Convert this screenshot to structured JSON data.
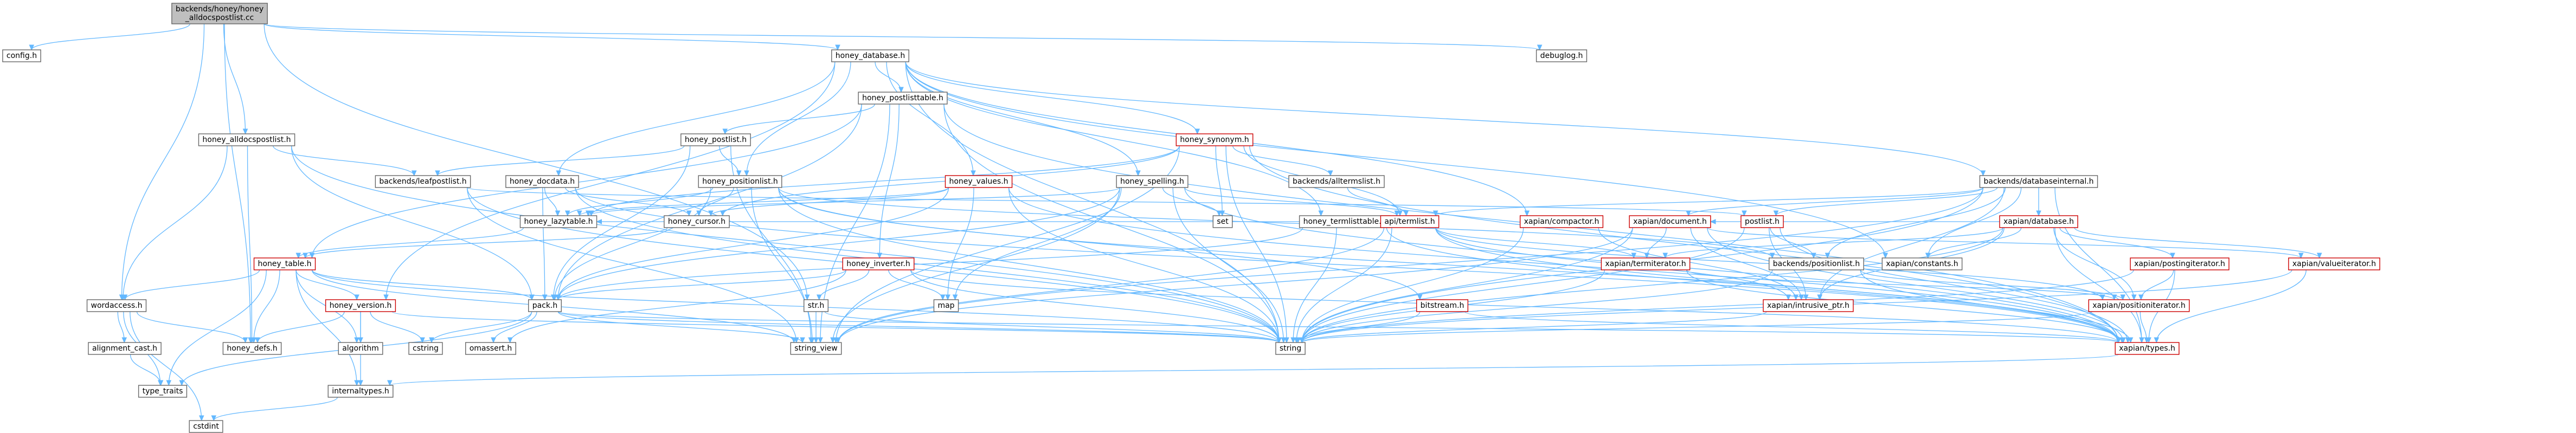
{
  "diagram": {
    "type": "include-dependency-graph",
    "nodes": [
      {
        "id": "root",
        "lines": [
          "backends/honey/honey",
          "_alldocspostlist.cc"
        ],
        "style": "root"
      },
      {
        "id": "config",
        "lines": [
          "config.h"
        ]
      },
      {
        "id": "debuglog",
        "lines": [
          "debuglog.h"
        ]
      },
      {
        "id": "honey_database",
        "lines": [
          "honey_database.h"
        ]
      },
      {
        "id": "honey_alldocspostlist",
        "lines": [
          "honey_alldocspostlist.h"
        ]
      },
      {
        "id": "honey_postlisttable",
        "lines": [
          "honey_postlisttable.h"
        ]
      },
      {
        "id": "honey_synonym",
        "lines": [
          "honey_synonym.h"
        ],
        "style": "red"
      },
      {
        "id": "backends_databaseinternal",
        "lines": [
          "backends/databaseinternal.h"
        ]
      },
      {
        "id": "honey_postlist",
        "lines": [
          "honey_postlist.h"
        ]
      },
      {
        "id": "backends_leafpostlist",
        "lines": [
          "backends/leafpostlist.h"
        ]
      },
      {
        "id": "honey_docdata",
        "lines": [
          "honey_docdata.h"
        ]
      },
      {
        "id": "honey_positionlist",
        "lines": [
          "honey_positionlist.h"
        ]
      },
      {
        "id": "honey_values",
        "lines": [
          "honey_values.h"
        ],
        "style": "red"
      },
      {
        "id": "honey_spelling",
        "lines": [
          "honey_spelling.h"
        ]
      },
      {
        "id": "backends_alltermslist",
        "lines": [
          "backends/alltermslist.h"
        ]
      },
      {
        "id": "honey_lazytable",
        "lines": [
          "honey_lazytable.h"
        ]
      },
      {
        "id": "honey_cursor",
        "lines": [
          "honey_cursor.h"
        ]
      },
      {
        "id": "set",
        "lines": [
          "set"
        ]
      },
      {
        "id": "honey_termlisttable",
        "lines": [
          "honey_termlisttable.h"
        ]
      },
      {
        "id": "api_termlist",
        "lines": [
          "api/termlist.h"
        ],
        "style": "red"
      },
      {
        "id": "xapian_compactor",
        "lines": [
          "xapian/compactor.h"
        ],
        "style": "red"
      },
      {
        "id": "xapian_document",
        "lines": [
          "xapian/document.h"
        ],
        "style": "red"
      },
      {
        "id": "postlist",
        "lines": [
          "postlist.h"
        ],
        "style": "red"
      },
      {
        "id": "xapian_database",
        "lines": [
          "xapian/database.h"
        ],
        "style": "red"
      },
      {
        "id": "honey_table",
        "lines": [
          "honey_table.h"
        ],
        "style": "red"
      },
      {
        "id": "honey_inverter",
        "lines": [
          "honey_inverter.h"
        ],
        "style": "red"
      },
      {
        "id": "backends_positionlist",
        "lines": [
          "backends/positionlist.h"
        ]
      },
      {
        "id": "xapian_constants",
        "lines": [
          "xapian/constants.h"
        ]
      },
      {
        "id": "xapian_termiterator",
        "lines": [
          "xapian/termiterator.h"
        ],
        "style": "red"
      },
      {
        "id": "xapian_postingiterator",
        "lines": [
          "xapian/postingiterator.h"
        ],
        "style": "red"
      },
      {
        "id": "xapian_valueiterator",
        "lines": [
          "xapian/valueiterator.h"
        ],
        "style": "red"
      },
      {
        "id": "wordaccess",
        "lines": [
          "wordaccess.h"
        ]
      },
      {
        "id": "honey_version",
        "lines": [
          "honey_version.h"
        ],
        "style": "red"
      },
      {
        "id": "pack",
        "lines": [
          "pack.h"
        ]
      },
      {
        "id": "str",
        "lines": [
          "str.h"
        ]
      },
      {
        "id": "map",
        "lines": [
          "map"
        ]
      },
      {
        "id": "bitstream",
        "lines": [
          "bitstream.h"
        ],
        "style": "red"
      },
      {
        "id": "xapian_intrusive_ptr",
        "lines": [
          "xapian/intrusive_ptr.h"
        ],
        "style": "red"
      },
      {
        "id": "xapian_positioniterator",
        "lines": [
          "xapian/positioniterator.h"
        ],
        "style": "red"
      },
      {
        "id": "alignment_cast",
        "lines": [
          "alignment_cast.h"
        ]
      },
      {
        "id": "honey_defs",
        "lines": [
          "honey_defs.h"
        ]
      },
      {
        "id": "algorithm",
        "lines": [
          "algorithm"
        ]
      },
      {
        "id": "cstring",
        "lines": [
          "cstring"
        ]
      },
      {
        "id": "omassert",
        "lines": [
          "omassert.h"
        ]
      },
      {
        "id": "string_view",
        "lines": [
          "string_view"
        ]
      },
      {
        "id": "string",
        "lines": [
          "string"
        ]
      },
      {
        "id": "xapian_types",
        "lines": [
          "xapian/types.h"
        ],
        "style": "red"
      },
      {
        "id": "type_traits",
        "lines": [
          "type_traits"
        ]
      },
      {
        "id": "internaltypes",
        "lines": [
          "internaltypes.h"
        ]
      },
      {
        "id": "cstdint",
        "lines": [
          "cstdint"
        ]
      }
    ],
    "edges": [
      [
        "root",
        "config"
      ],
      [
        "root",
        "debuglog"
      ],
      [
        "root",
        "honey_database"
      ],
      [
        "root",
        "honey_alldocspostlist"
      ],
      [
        "root",
        "wordaccess"
      ],
      [
        "root",
        "str"
      ],
      [
        "root",
        "honey_defs"
      ],
      [
        "honey_database",
        "honey_postlisttable"
      ],
      [
        "honey_database",
        "honey_synonym"
      ],
      [
        "honey_database",
        "backends_databaseinternal"
      ],
      [
        "honey_database",
        "honey_docdata"
      ],
      [
        "honey_database",
        "honey_positionlist"
      ],
      [
        "honey_database",
        "honey_values"
      ],
      [
        "honey_database",
        "honey_spelling"
      ],
      [
        "honey_database",
        "honey_termlisttable"
      ],
      [
        "honey_database",
        "xapian_compactor"
      ],
      [
        "honey_database",
        "honey_version"
      ],
      [
        "honey_database",
        "xapian_constants"
      ],
      [
        "honey_database",
        "string"
      ],
      [
        "honey_alldocspostlist",
        "backends_leafpostlist"
      ],
      [
        "honey_alldocspostlist",
        "wordaccess"
      ],
      [
        "honey_alldocspostlist",
        "honey_defs"
      ],
      [
        "honey_alldocspostlist",
        "pack"
      ],
      [
        "honey_alldocspostlist",
        "string"
      ],
      [
        "honey_postlisttable",
        "honey_postlist"
      ],
      [
        "honey_postlisttable",
        "honey_table"
      ],
      [
        "honey_postlisttable",
        "honey_inverter"
      ],
      [
        "honey_postlisttable",
        "pack"
      ],
      [
        "honey_postlisttable",
        "string_view"
      ],
      [
        "honey_postlisttable",
        "string"
      ],
      [
        "honey_postlisttable",
        "xapian_types"
      ],
      [
        "honey_synonym",
        "backends_alltermslist"
      ],
      [
        "honey_synonym",
        "honey_lazytable"
      ],
      [
        "honey_synonym",
        "api_termlist"
      ],
      [
        "honey_synonym",
        "honey_cursor"
      ],
      [
        "honey_synonym",
        "set"
      ],
      [
        "honey_synonym",
        "string_view"
      ],
      [
        "honey_synonym",
        "string"
      ],
      [
        "honey_synonym",
        "xapian_types"
      ],
      [
        "backends_databaseinternal",
        "xapian_database"
      ],
      [
        "backends_databaseinternal",
        "xapian_document"
      ],
      [
        "backends_databaseinternal",
        "postlist"
      ],
      [
        "backends_databaseinternal",
        "api_termlist"
      ],
      [
        "backends_databaseinternal",
        "backends_positionlist"
      ],
      [
        "backends_databaseinternal",
        "xapian_constants"
      ],
      [
        "backends_databaseinternal",
        "xapian_intrusive_ptr"
      ],
      [
        "backends_databaseinternal",
        "xapian_types"
      ],
      [
        "backends_databaseinternal",
        "string"
      ],
      [
        "backends_databaseinternal",
        "string_view"
      ],
      [
        "honey_postlist",
        "backends_leafpostlist"
      ],
      [
        "honey_postlist",
        "honey_positionlist"
      ],
      [
        "honey_postlist",
        "pack"
      ],
      [
        "honey_postlist",
        "string_view"
      ],
      [
        "backends_leafpostlist",
        "postlist"
      ],
      [
        "backends_leafpostlist",
        "string"
      ],
      [
        "backends_leafpostlist",
        "string_view"
      ],
      [
        "honey_docdata",
        "honey_lazytable"
      ],
      [
        "honey_docdata",
        "honey_cursor"
      ],
      [
        "honey_docdata",
        "pack"
      ],
      [
        "honey_docdata",
        "string"
      ],
      [
        "honey_docdata",
        "xapian_types"
      ],
      [
        "honey_positionlist",
        "honey_lazytable"
      ],
      [
        "honey_positionlist",
        "honey_cursor"
      ],
      [
        "honey_positionlist",
        "backends_positionlist"
      ],
      [
        "honey_positionlist",
        "bitstream"
      ],
      [
        "honey_positionlist",
        "pack"
      ],
      [
        "honey_positionlist",
        "string_view"
      ],
      [
        "honey_positionlist",
        "string"
      ],
      [
        "honey_positionlist",
        "xapian_types"
      ],
      [
        "honey_values",
        "honey_cursor"
      ],
      [
        "honey_values",
        "honey_lazytable"
      ],
      [
        "honey_values",
        "pack"
      ],
      [
        "honey_values",
        "map"
      ],
      [
        "honey_values",
        "string"
      ],
      [
        "honey_values",
        "xapian_types"
      ],
      [
        "honey_spelling",
        "honey_lazytable"
      ],
      [
        "honey_spelling",
        "api_termlist"
      ],
      [
        "honey_spelling",
        "xapian_types"
      ],
      [
        "honey_spelling",
        "map"
      ],
      [
        "honey_spelling",
        "set"
      ],
      [
        "honey_spelling",
        "string"
      ],
      [
        "honey_spelling",
        "string_view"
      ],
      [
        "honey_spelling",
        "pack"
      ],
      [
        "backends_alltermslist",
        "api_termlist"
      ],
      [
        "honey_lazytable",
        "honey_table"
      ],
      [
        "honey_cursor",
        "honey_table"
      ],
      [
        "honey_termlisttable",
        "honey_lazytable"
      ],
      [
        "honey_termlisttable",
        "xapian_types"
      ],
      [
        "honey_termlisttable",
        "string"
      ],
      [
        "honey_termlisttable",
        "pack"
      ],
      [
        "api_termlist",
        "xapian_termiterator"
      ],
      [
        "api_termlist",
        "xapian_positioniterator"
      ],
      [
        "api_termlist",
        "xapian_intrusive_ptr"
      ],
      [
        "api_termlist",
        "xapian_types"
      ],
      [
        "api_termlist",
        "string"
      ],
      [
        "api_termlist",
        "string_view"
      ],
      [
        "xapian_compactor",
        "xapian_intrusive_ptr"
      ],
      [
        "xapian_compactor",
        "string"
      ],
      [
        "xapian_document",
        "xapian_termiterator"
      ],
      [
        "xapian_document",
        "xapian_valueiterator"
      ],
      [
        "xapian_document",
        "xapian_intrusive_ptr"
      ],
      [
        "xapian_document",
        "xapian_types"
      ],
      [
        "xapian_document",
        "string"
      ],
      [
        "xapian_document",
        "string_view"
      ],
      [
        "postlist",
        "backends_positionlist"
      ],
      [
        "postlist",
        "xapian_intrusive_ptr"
      ],
      [
        "postlist",
        "xapian_types"
      ],
      [
        "postlist",
        "string"
      ],
      [
        "xapian_database",
        "xapian_document"
      ],
      [
        "xapian_database",
        "xapian_positioniterator"
      ],
      [
        "xapian_database",
        "xapian_postingiterator"
      ],
      [
        "xapian_database",
        "xapian_termiterator"
      ],
      [
        "xapian_database",
        "xapian_valueiterator"
      ],
      [
        "xapian_database",
        "xapian_constants"
      ],
      [
        "xapian_database",
        "xapian_intrusive_ptr"
      ],
      [
        "xapian_database",
        "xapian_types"
      ],
      [
        "xapian_database",
        "string"
      ],
      [
        "honey_table",
        "wordaccess"
      ],
      [
        "honey_table",
        "honey_version"
      ],
      [
        "honey_table",
        "pack"
      ],
      [
        "honey_table",
        "honey_defs"
      ],
      [
        "honey_table",
        "algorithm"
      ],
      [
        "honey_table",
        "internaltypes"
      ],
      [
        "honey_table",
        "string"
      ],
      [
        "honey_table",
        "string_view"
      ],
      [
        "honey_table",
        "type_traits"
      ],
      [
        "honey_inverter",
        "str"
      ],
      [
        "honey_inverter",
        "map"
      ],
      [
        "honey_inverter",
        "string"
      ],
      [
        "honey_inverter",
        "xapian_types"
      ],
      [
        "honey_inverter",
        "omassert"
      ],
      [
        "honey_inverter",
        "pack"
      ],
      [
        "backends_positionlist",
        "xapian_positioniterator"
      ],
      [
        "backends_positionlist",
        "xapian_types"
      ],
      [
        "backends_positionlist",
        "string"
      ],
      [
        "xapian_termiterator",
        "xapian_positioniterator"
      ],
      [
        "xapian_termiterator",
        "xapian_types"
      ],
      [
        "xapian_termiterator",
        "string"
      ],
      [
        "xapian_postingiterator",
        "xapian_positioniterator"
      ],
      [
        "xapian_postingiterator",
        "xapian_types"
      ],
      [
        "xapian_postingiterator",
        "string"
      ],
      [
        "xapian_valueiterator",
        "xapian_types"
      ],
      [
        "xapian_valueiterator",
        "string"
      ],
      [
        "wordaccess",
        "alignment_cast"
      ],
      [
        "wordaccess",
        "type_traits"
      ],
      [
        "wordaccess",
        "cstdint"
      ],
      [
        "wordaccess",
        "honey_defs"
      ],
      [
        "honey_version",
        "honey_defs"
      ],
      [
        "honey_version",
        "algorithm"
      ],
      [
        "honey_version",
        "cstring"
      ],
      [
        "honey_version",
        "internaltypes"
      ],
      [
        "honey_version",
        "string"
      ],
      [
        "pack",
        "omassert"
      ],
      [
        "pack",
        "cstring"
      ],
      [
        "pack",
        "string"
      ],
      [
        "pack",
        "string_view"
      ],
      [
        "pack",
        "type_traits"
      ],
      [
        "pack",
        "xapian_types"
      ],
      [
        "str",
        "string"
      ],
      [
        "str",
        "string_view"
      ],
      [
        "bitstream",
        "string"
      ],
      [
        "bitstream",
        "xapian_types"
      ],
      [
        "xapian_positioniterator",
        "xapian_types"
      ],
      [
        "xapian_positioniterator",
        "string"
      ],
      [
        "alignment_cast",
        "type_traits"
      ],
      [
        "internaltypes",
        "cstdint"
      ],
      [
        "xapian_types",
        "internaltypes"
      ],
      [
        "xapian_intrusive_ptr",
        "string"
      ]
    ]
  }
}
